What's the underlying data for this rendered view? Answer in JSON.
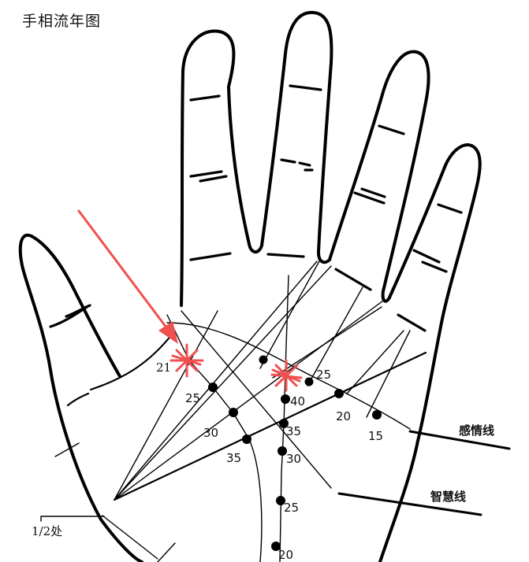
{
  "title": "手相流年图",
  "labels": {
    "heart_line": "感情线",
    "head_line": "智慧线",
    "half_point": "1/2处"
  },
  "colors": {
    "outline": "#000000",
    "highlight": "#f05050",
    "background": "#ffffff"
  },
  "markers": {
    "highlighted_ages": [
      "21",
      "40"
    ],
    "arrow_target_age": "21"
  },
  "age_points": {
    "heart_line": [
      {
        "age": "21",
        "highlight": true
      },
      {
        "age": "25"
      },
      {
        "age": "20"
      },
      {
        "age": "15"
      }
    ],
    "diagonal_left": [
      {
        "age": "25"
      },
      {
        "age": "30"
      },
      {
        "age": "35"
      }
    ],
    "fate_line": [
      {
        "age": "40",
        "highlight": true
      },
      {
        "age": "35"
      },
      {
        "age": "30"
      },
      {
        "age": "25"
      },
      {
        "age": "20"
      }
    ]
  },
  "text": {
    "age_21": "21",
    "age_25_left": "25",
    "age_30_left": "30",
    "age_35_left": "35",
    "age_25_right": "25",
    "age_40": "40",
    "age_35_fate": "35",
    "age_30_fate": "30",
    "age_25_fate": "25",
    "age_20_fate": "20",
    "age_20_heart": "20",
    "age_15_heart": "15"
  }
}
